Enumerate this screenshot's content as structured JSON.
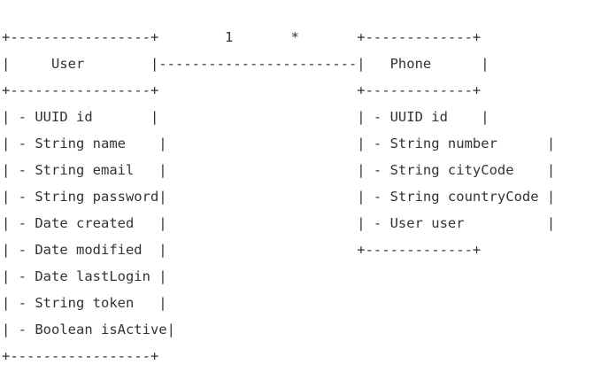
{
  "diagram": {
    "lines": [
      "+-----------------+        1       *       +-------------+",
      "|     User        |------------------------|   Phone      |",
      "+-----------------+                        +-------------+",
      "| - UUID id       |                        | - UUID id    |",
      "| - String name    |                       | - String number      |",
      "| - String email   |                       | - String cityCode    |",
      "| - String password|                       | - String countryCode |",
      "| - Date created   |                       | - User user          |",
      "| - Date modified  |                       +-------------+",
      "| - Date lastLogin |",
      "| - String token   |",
      "| - Boolean isActive|",
      "+-----------------+"
    ]
  }
}
